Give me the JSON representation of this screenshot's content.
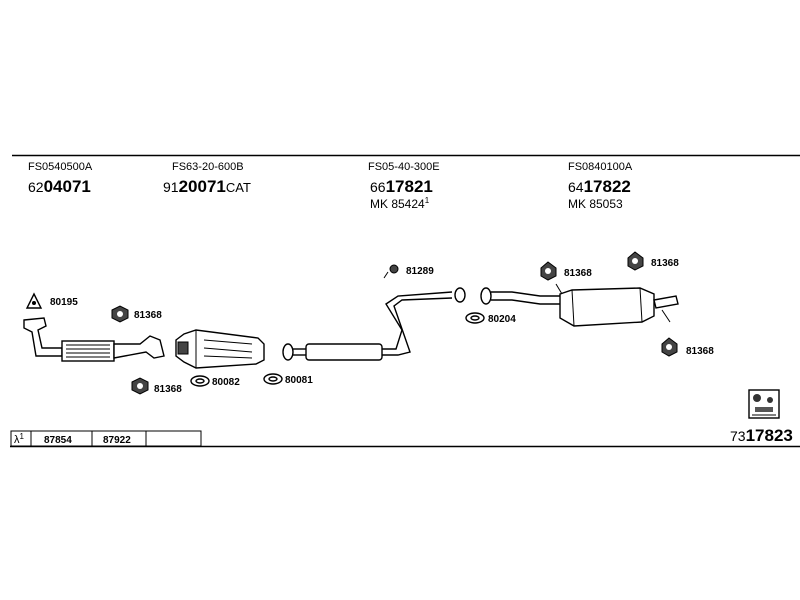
{
  "parts": [
    {
      "code": "FS0540500A",
      "prefix": "62",
      "number": "04071",
      "suffix": "",
      "mk": "",
      "mk_sup": ""
    },
    {
      "code": "FS63-20-600B",
      "prefix": "91",
      "number": "20071",
      "suffix": "CAT",
      "mk": "",
      "mk_sup": ""
    },
    {
      "code": "FS05-40-300E",
      "prefix": "66",
      "number": "17821",
      "suffix": "",
      "mk": "MK  85424",
      "mk_sup": "1"
    },
    {
      "code": "FS0840100A",
      "prefix": "64",
      "number": "17822",
      "suffix": "",
      "mk": "MK  85053",
      "mk_sup": ""
    }
  ],
  "labels": {
    "l80195": "80195",
    "l81368a": "81368",
    "l81368b": "81368",
    "l80082": "80082",
    "l80081": "80081",
    "l81289": "81289",
    "l80204": "80204",
    "l81368c": "81368",
    "l81368d": "81368",
    "l81368e": "81368"
  },
  "footer": {
    "lambda": "λ",
    "lambda_sup": "1",
    "cell1": "87854",
    "cell2": "87922",
    "assembly_prefix": "73",
    "assembly_number": "17823"
  }
}
